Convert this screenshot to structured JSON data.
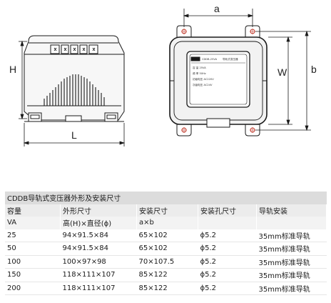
{
  "drawing": {
    "front_view": {
      "height_label": "H",
      "length_label": "L"
    },
    "top_view": {
      "width_a_label": "a",
      "width_W_label": "W",
      "height_b_label": "b"
    },
    "nameplate_lines": [
      "CDDB-25VA",
      "导轨式变压器",
      "容 量 25VA",
      "频 率 50Hz",
      "初级电压 AC220V",
      "次级电压 AC24V"
    ],
    "colors": {
      "line": "#1a1a1a",
      "body_fill": "#f4f4f4",
      "accent": "#c0392b"
    }
  },
  "table": {
    "title": "CDDB导轨式变压器外形及安装尺寸",
    "headers": [
      "容量",
      "外形尺寸",
      "安装尺寸",
      "安装孔尺寸",
      "导轨安装"
    ],
    "units": [
      "VA",
      "高(H)×直径(ϕ)",
      "a×b",
      "",
      ""
    ],
    "rows": [
      [
        "25",
        "94×91.5×84",
        "65×102",
        "ϕ5.2",
        "35mm标准导轨"
      ],
      [
        "50",
        "94×91.5×84",
        "65×102",
        "ϕ5.2",
        "35mm标准导轨"
      ],
      [
        "100",
        "100×97×98",
        "70×107.5",
        "ϕ5.2",
        "35mm标准导轨"
      ],
      [
        "150",
        "118×111×107",
        "85×122",
        "ϕ5.2",
        "35mm标准导轨"
      ],
      [
        "200",
        "118×111×107",
        "85×122",
        "ϕ5.2",
        "35mm标准导轨"
      ]
    ]
  }
}
